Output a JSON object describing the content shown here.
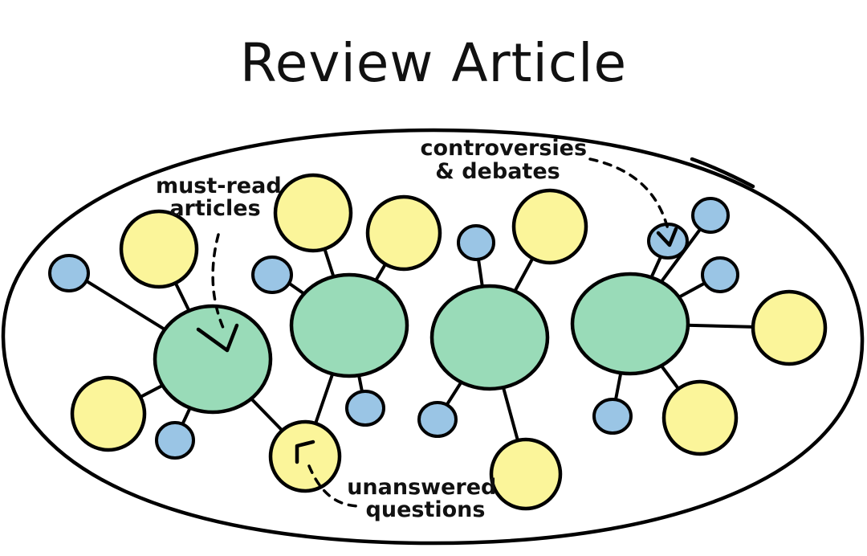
{
  "title": "Review Article",
  "annotations": {
    "must_read": [
      "must-read",
      "articles"
    ],
    "controversies": [
      "controversies",
      "& debates"
    ],
    "unanswered": [
      "unanswered",
      "questions"
    ]
  },
  "colors": {
    "hub": "#99dbb8",
    "article": "#fbf59a",
    "minor": "#9ac5e5",
    "outline": "#000000"
  }
}
